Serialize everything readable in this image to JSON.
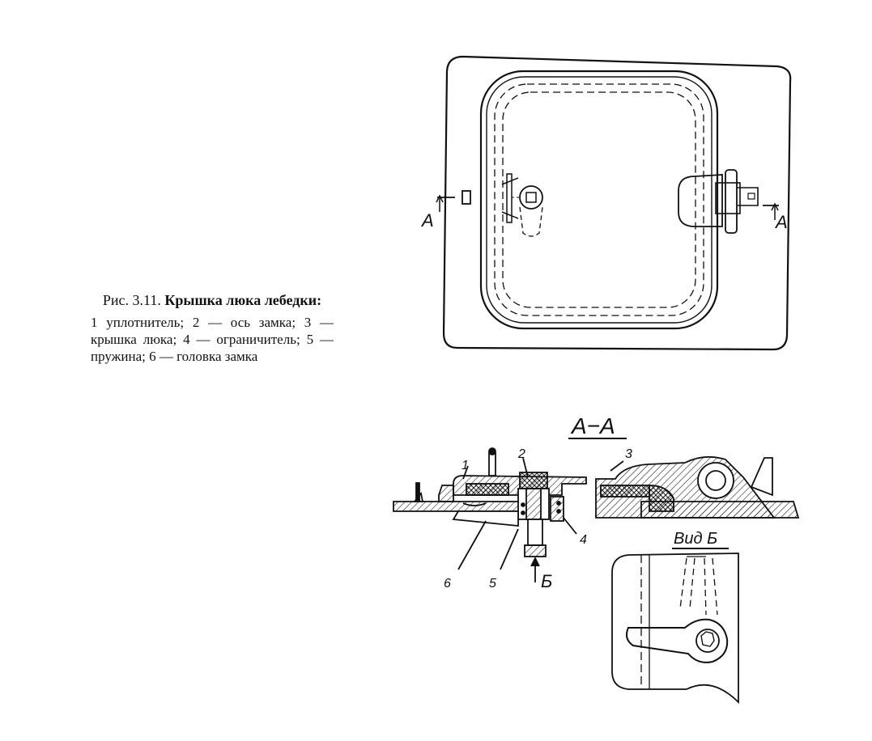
{
  "caption": {
    "label": "Рис. 3.11.",
    "title": "Крышка люка лебедки:",
    "body": "1 уплотнитель; 2 — ось замка; 3 — крышка люка; 4 — ограничитель; 5 — пружина; 6 — головка замка"
  },
  "top_view": {
    "section_mark_left": "А",
    "section_mark_right": "А"
  },
  "section": {
    "title": "А−А",
    "callouts": [
      "1",
      "2",
      "3",
      "4",
      "5",
      "6"
    ],
    "view_arrow_label": "Б"
  },
  "detail_view": {
    "title": "Вид Б"
  }
}
